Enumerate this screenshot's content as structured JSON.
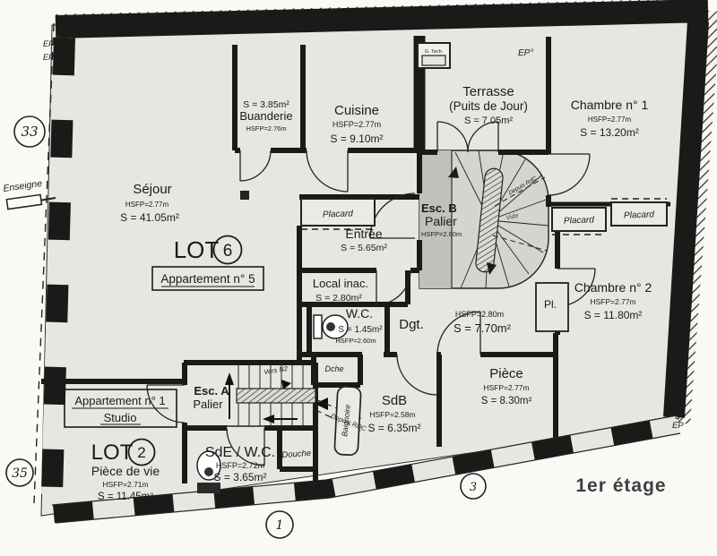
{
  "page": {
    "paper_color": "#faf9f6",
    "floor_color": "#e8e6e1",
    "ink_color": "#1c1c1c",
    "floor_label": "1er étage"
  },
  "markers": {
    "m33": "33",
    "m35": "35",
    "m1": "1",
    "m3": "3"
  },
  "exterior": {
    "enseigne": "Enseigne",
    "ep_degree": "EP°",
    "ep": "EP",
    "g_tech": "G. Tech."
  },
  "lot6": {
    "word": "LOT",
    "num": "6",
    "apartment": "Appartement n° 5"
  },
  "lot2": {
    "word": "LOT",
    "num": "2",
    "apartment": "Appartement n° 1",
    "subtitle": "Studio"
  },
  "rooms": {
    "sejour": {
      "name": "Séjour",
      "hsfp": "HSFP=2.77m",
      "area": "S = 41.05m²"
    },
    "buanderie": {
      "name": "Buanderie",
      "hsfp": "HSFP=2.76m",
      "area": "S = 3.85m²"
    },
    "cuisine": {
      "name": "Cuisine",
      "hsfp": "HSFP=2.77m",
      "area": "S = 9.10m²"
    },
    "terrasse": {
      "name": "Terrasse",
      "subtitle": "(Puits de Jour)",
      "area": "S = 7.05m²"
    },
    "chambre1": {
      "name": "Chambre n° 1",
      "hsfp": "HSFP=2.77m",
      "area": "S = 13.20m²"
    },
    "chambre2": {
      "name": "Chambre n° 2",
      "hsfp": "HSFP=2.77m",
      "area": "S = 11.80m²"
    },
    "entree": {
      "name": "Entrée",
      "area": "S = 5.65m²"
    },
    "local_inac": {
      "name": "Local inac.",
      "area": "S = 2.80m²"
    },
    "wc": {
      "name": "W.C.",
      "area": "S = 1.45m²",
      "hsfp": "HSFP=2.60m"
    },
    "dgt": {
      "name": "Dgt.",
      "hsfp": "HSFP=2.80m",
      "area": "S = 7.70m²"
    },
    "piece": {
      "name": "Pièce",
      "hsfp": "HSFP=2.77m",
      "area": "S = 8.30m²"
    },
    "sdb": {
      "name": "SdB",
      "hsfp": "HSFP=2.58m",
      "area": "S = 6.35m²"
    },
    "piece_de_vie": {
      "name": "Pièce de vie",
      "hsfp": "HSFP=2.71m",
      "area": "S = 11.45m²"
    },
    "sde_wc": {
      "name": "SdE / W.C.",
      "hsfp": "HSFP=2.72m",
      "area": "S = 3.65m²"
    },
    "pl": {
      "name": "Pl."
    }
  },
  "stairs": {
    "esc_a": {
      "name": "Esc. A",
      "palier": "Palier",
      "vers": "Vers N2",
      "depuis": "Depuis RDC"
    },
    "esc_b": {
      "name": "Esc. B",
      "palier": "Palier",
      "hsfp": "HSFP=2.80m",
      "vide": "Vide",
      "depuis": "Depuis RdC"
    }
  },
  "fixtures": {
    "placard": "Placard",
    "dche": "Dche",
    "douche": "Douche",
    "baignoire": "Baignoire"
  }
}
